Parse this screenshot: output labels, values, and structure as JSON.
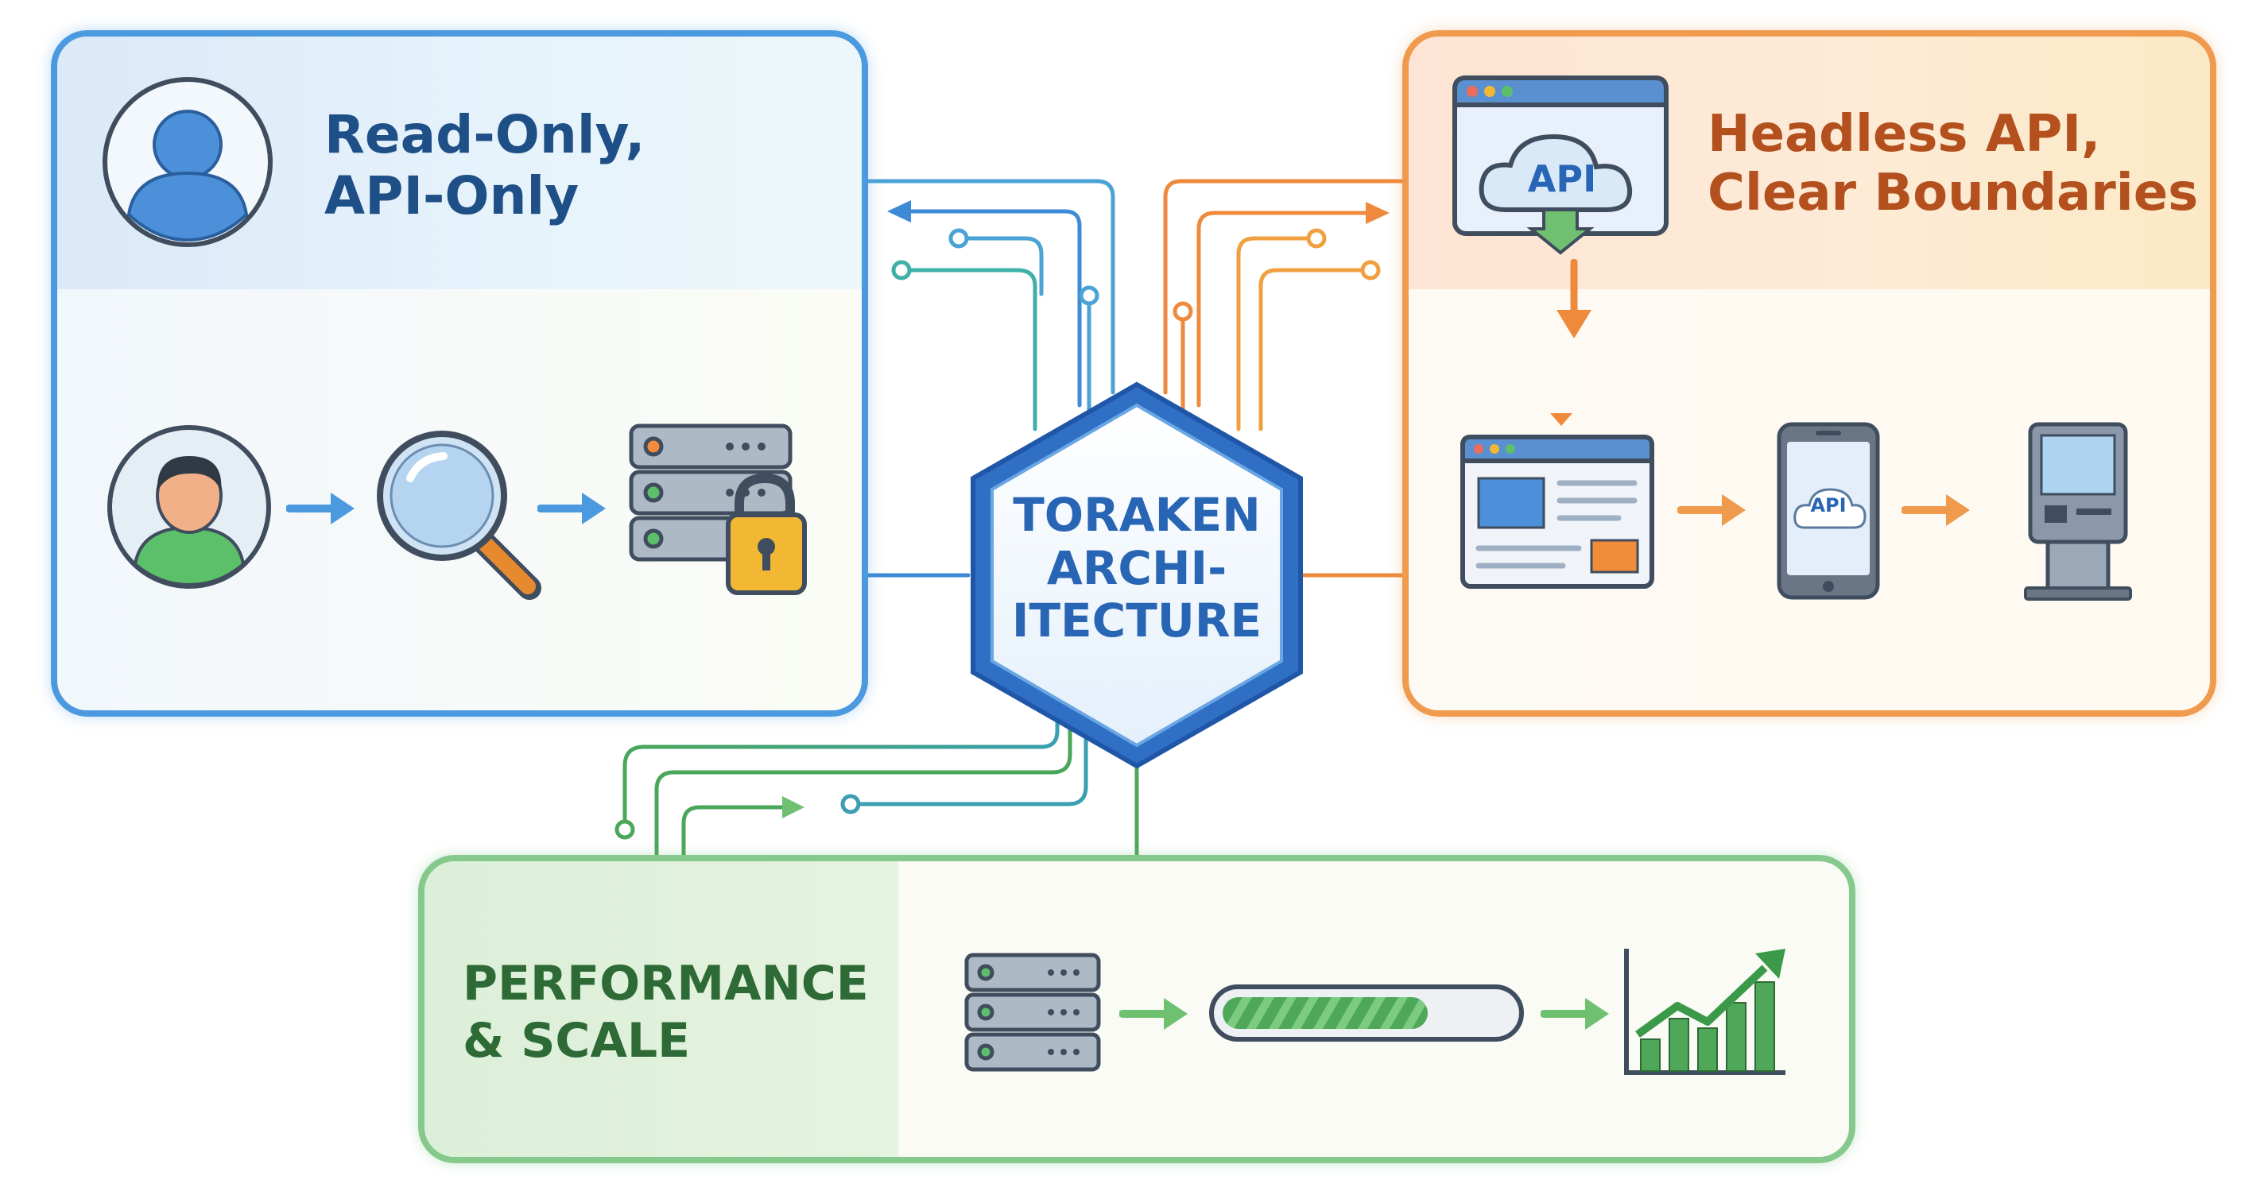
{
  "hub": {
    "label": "TORAKEN\nARCHI-\nITECTURE"
  },
  "panels": {
    "left": {
      "title": "Read-Only,\nAPI-Only",
      "accent": "#4b9ae0"
    },
    "right": {
      "title": "Headless API,\nClear Boundaries",
      "accent": "#ef9a4c"
    },
    "bottom": {
      "title": "PERFORMANCE\n& SCALE",
      "accent": "#6fba74"
    }
  },
  "icons": {
    "cloud_label": "API",
    "phone_label": "API",
    "left_flow": [
      "user-avatar-icon",
      "magnifier-icon",
      "locked-server-icon"
    ],
    "right_flow": [
      "web-browser-icon",
      "mobile-phone-icon",
      "kiosk-icon"
    ],
    "bottom_flow": [
      "server-stack-icon",
      "progress-bar-icon",
      "growth-chart-icon"
    ]
  },
  "colors": {
    "blue": "#2965b5",
    "orange": "#ef8a3c",
    "green": "#4fa85a"
  }
}
